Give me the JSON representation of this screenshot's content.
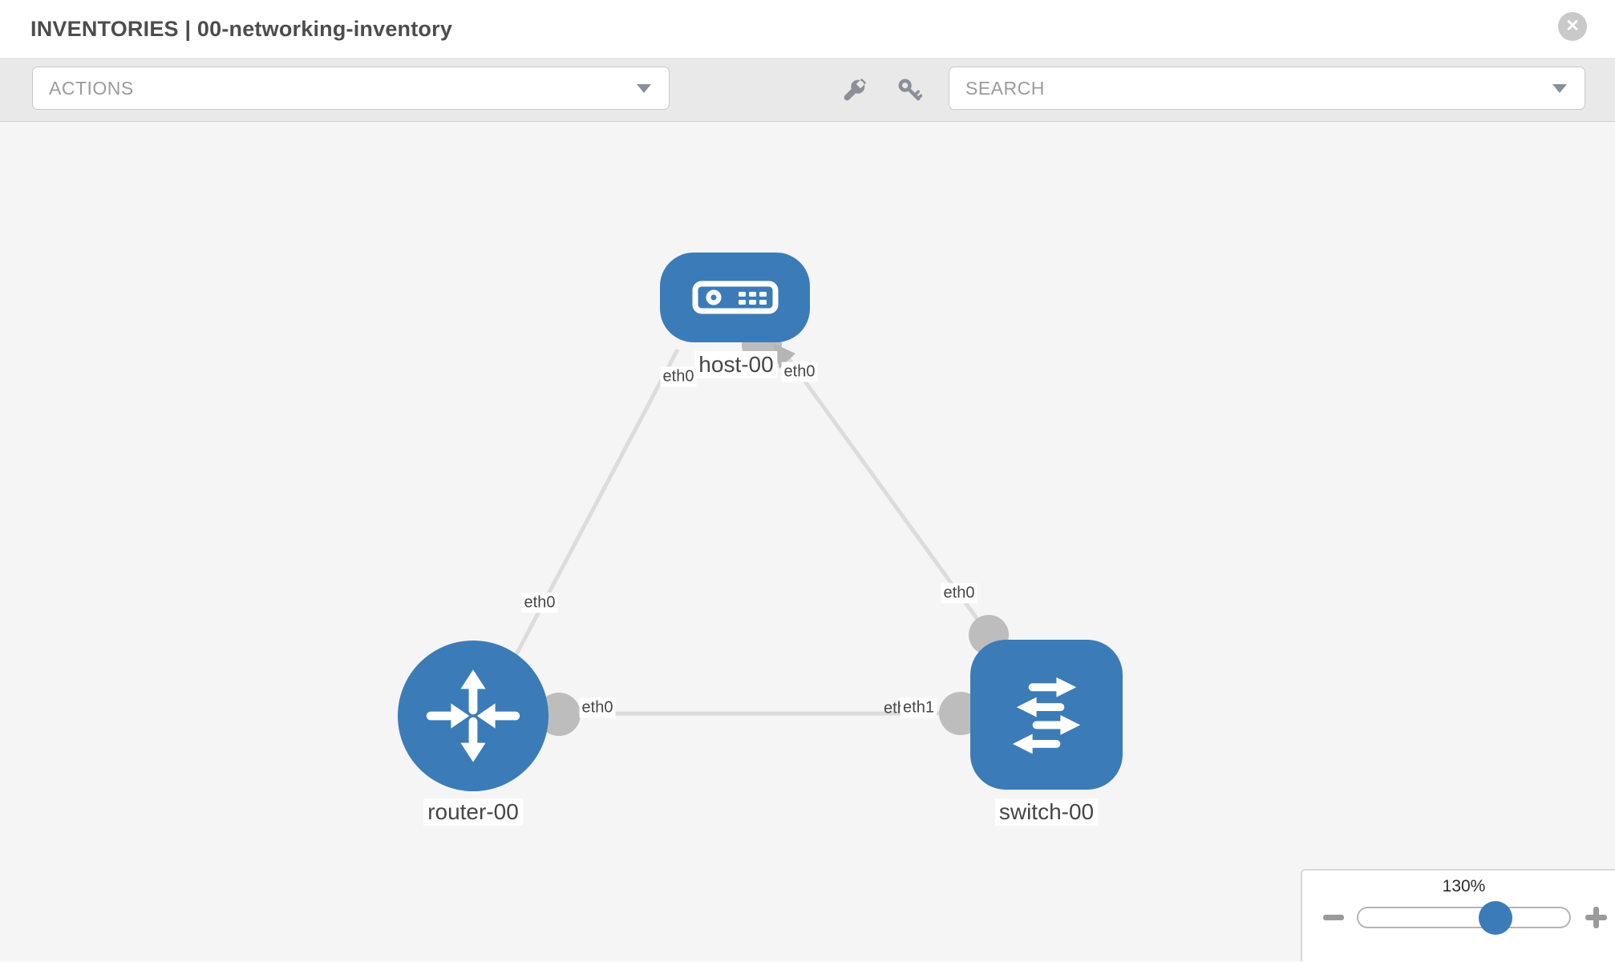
{
  "header": {
    "title": "INVENTORIES | 00-networking-inventory",
    "close_glyph": "✕"
  },
  "toolbar": {
    "actions_label": "ACTIONS",
    "search_label": "SEARCH",
    "icons": [
      "wrench-icon",
      "key-icon"
    ]
  },
  "topology": {
    "nodes": {
      "host": {
        "label": "host-00",
        "type": "host"
      },
      "router": {
        "label": "router-00",
        "type": "router"
      },
      "switch": {
        "label": "switch-00",
        "type": "switch"
      }
    },
    "links": [
      {
        "from": "host-00",
        "to": "router-00"
      },
      {
        "from": "host-00",
        "to": "switch-00"
      },
      {
        "from": "router-00",
        "to": "switch-00"
      }
    ],
    "interfaces": {
      "host_router_host_end": "eth0",
      "host_router_router_end": "eth0",
      "host_switch_host_end": "eth0",
      "host_switch_switch_end": "eth0",
      "router_switch_router_end": "eth0",
      "router_switch_switch_end": "eth1",
      "router_switch_switch_end_occluded": "eth0"
    }
  },
  "zoom_control": {
    "level": "130%"
  },
  "colors": {
    "node_blue": "#3b7cb8",
    "link_gray": "#dcdcdc",
    "connector_gray": "#bdbdbd",
    "toolbar_bg": "#e9e9e9",
    "canvas_bg": "#f5f5f5",
    "icon_gray": "#8a9097"
  }
}
